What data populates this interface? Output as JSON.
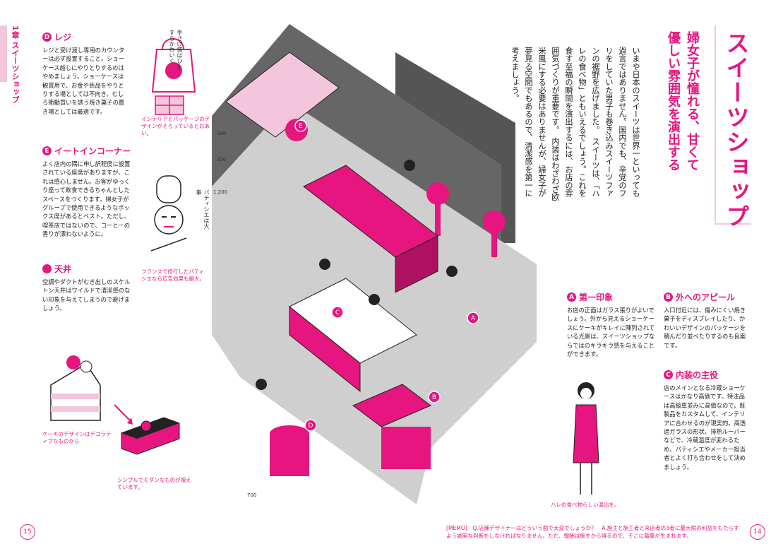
{
  "side": {
    "chapter": "1章 スイーツショップ"
  },
  "left": {
    "D": {
      "badge": "D",
      "title": "レジ",
      "body": "レジと受け渡し専用のカウンターは必ず設置すること。ショーケース越しにやりとりするのはやめましょう。ショーケースは観賞用で、お金や商品をやりとりする場としては不向き。むしろ衝動買いを誘う焼き菓子の置き場としては最適です。"
    },
    "E": {
      "badge": "E",
      "title": "イートインコーナー",
      "body": "よく店内の隅に申し訳程度に設置されている座席がありますが、これは感心しません。お客がゆっくり座って飲食できるちゃんとしたスペースをつくります。婦女子がグループで使用できるようなボックス席があるとベスト。ただし、喫茶店ではないので、コーヒーの香りが漂わないように。"
    },
    "F": {
      "title": "天井",
      "body": "空調やダクトがむき出しのスケルトン天井はワイルドで清潔感のない印象を与えてしまうので避けましょう。"
    },
    "captions": {
      "package": "インテリアとパッケージのデザインがそろっているとおあい。",
      "package_note": "手さげ袋はひたすらかわいく",
      "chef": "フランスで修行したパティシエなら広告効果も絶大。",
      "chef_note": "パティシエは大事",
      "cake1": "ケーキのデザインはデコラティブなものから",
      "cake2": "シンプルでモダンなものが増えています。"
    },
    "dims": {
      "d1": "900",
      "d2": "450",
      "d3": "1,200",
      "d4": "700"
    }
  },
  "right": {
    "title": "スイーツショップ",
    "subtitle": "婦女子が憧れる、甘くて優しい雰囲気を演出する",
    "intro": "いまや日本のスイーツは世界一といっても過言ではありません。国内でも、辛党のフリをしていた男子も巻き込みスイーツファンの裾野を広げました。　スイーツは、「ハレの食べ物」ともいえるでしょう。これを食す至福の瞬間を演出するには、お店の雰囲気づくりが重要です。　内装はわざわざ欧米風にする必要はありませんが、婦女子が夢見る空間でもあるので、清潔感を第一に考えましょう。",
    "A": {
      "badge": "A",
      "title": "第一印象",
      "body": "お店の正面はガラス張りがよいでしょう。外から見えるショーケースにケーキがキレイに陳列されている光景は、スイーツショップならではのキラキラ感を与えることができます。"
    },
    "B": {
      "badge": "B",
      "title": "外へのアピール",
      "body": "入口付近には、傷みにくい焼き菓子をディスプレイしたり、かわいいデザインのパッケージを積んだり並べたりするのも良案です。"
    },
    "C": {
      "badge": "C",
      "title": "内装の主役",
      "body": "店のメインとなる冷蔵ショーケースはかなり高価です。特注品は高級車並みに高価なので、既製品をカスタムして、インテリアに合わせるのが現実的。高透過ガラスの形状、排熱ルーバーなどで、冷蔵温度が変わるため、パティシエやメーカー担当者とよく打ち合わせをして決めましょう。"
    },
    "woman_caption": "ハレの食べ物らしい演出を。"
  },
  "footer": {
    "page_left": "15",
    "page_right": "14",
    "memo": "[MEMO]　Q.店舗デザイナーはどういう面で大変でしょうか？　A.施主と施工者と来店者の3者に最大限の利益をもたらすよう誠実な判断をしなければなりません。ただ、報酬は施主から得るので、そこに葛藤が生まれます。"
  },
  "colors": {
    "accent": "#e6157f",
    "tab": "#f4c6dc"
  }
}
